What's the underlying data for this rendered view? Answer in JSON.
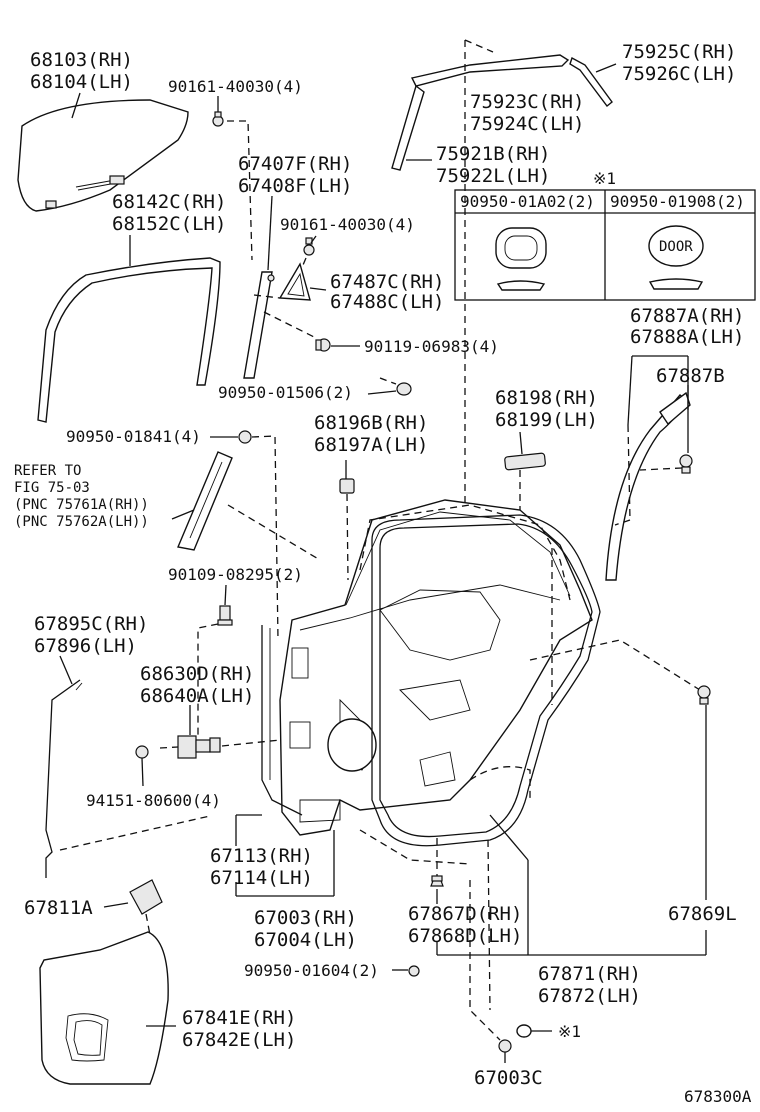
{
  "labels": {
    "l68103": "68103(RH)",
    "l68104": "68104(LH)",
    "l90161a": "90161-40030(4)",
    "l75925": "75925C(RH)",
    "l75926": "75926C(LH)",
    "l75923": "75923C(RH)",
    "l75924": "75924C(LH)",
    "l67407": "67407F(RH)",
    "l67408": "67408F(LH)",
    "l75921": "75921B(RH)",
    "l75922": "75922L(LH)",
    "l68142": "68142C(RH)",
    "l68152": "68152C(LH)",
    "l90161b": "90161-40030(4)",
    "l67487": "67487C(RH)",
    "l67488": "67488C(LH)",
    "l90119": "90119-06983(4)",
    "l67887a": "67887A(RH)",
    "l67888a": "67888A(LH)",
    "l67887b": "67887B",
    "l90950_1506": "90950-01506(2)",
    "l68198": "68198(RH)",
    "l68199": "68199(LH)",
    "l68196": "68196B(RH)",
    "l68197": "68197A(LH)",
    "l90950_1841": "90950-01841(4)",
    "refer1": "REFER TO",
    "refer2": "FIG 75-03",
    "refer3": "(PNC 75761A(RH))",
    "refer4": "(PNC 75762A(LH))",
    "l90109": "90109-08295(2)",
    "l67895": "67895C(RH)",
    "l67896": "67896(LH)",
    "l68630": "68630D(RH)",
    "l68640": "68640A(LH)",
    "l94151": "94151-80600(4)",
    "l67113": "67113(RH)",
    "l67114": "67114(LH)",
    "l67811": "67811A",
    "l67003": "67003(RH)",
    "l67004": "67004(LH)",
    "l67867": "67867D(RH)",
    "l67868": "67868D(LH)",
    "l67869": "67869L",
    "l90950_1604": "90950-01604(2)",
    "l67871": "67871(RH)",
    "l67872": "67872(LH)",
    "l67841": "67841E(RH)",
    "l67842": "67842E(LH)",
    "l67003c": "67003C",
    "note_mark_top": "※1",
    "note_mark_bottom": "※1",
    "box_col1": "90950-01A02(2)",
    "box_col2": "90950-01908(2)",
    "plug_text": "DOOR",
    "footer_id": "678300A"
  }
}
